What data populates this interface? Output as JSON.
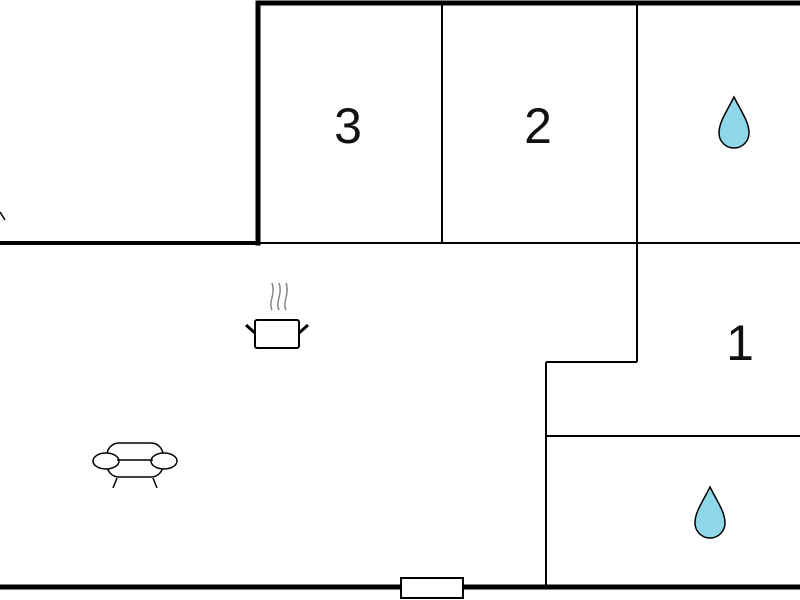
{
  "floorplan": {
    "rooms": [
      {
        "id": "bedroom-3",
        "label": "3"
      },
      {
        "id": "bedroom-2",
        "label": "2"
      },
      {
        "id": "bathroom-top",
        "icon": "water-drop-icon"
      },
      {
        "id": "bedroom-1",
        "label": "1"
      },
      {
        "id": "bathroom-bottom",
        "icon": "water-drop-icon"
      },
      {
        "id": "kitchen-living",
        "icons": [
          "cooking-pot-icon",
          "sofa-icon"
        ]
      }
    ],
    "colors": {
      "wall": "#000000",
      "water": "#8fd8ea",
      "steam": "#888888"
    }
  }
}
